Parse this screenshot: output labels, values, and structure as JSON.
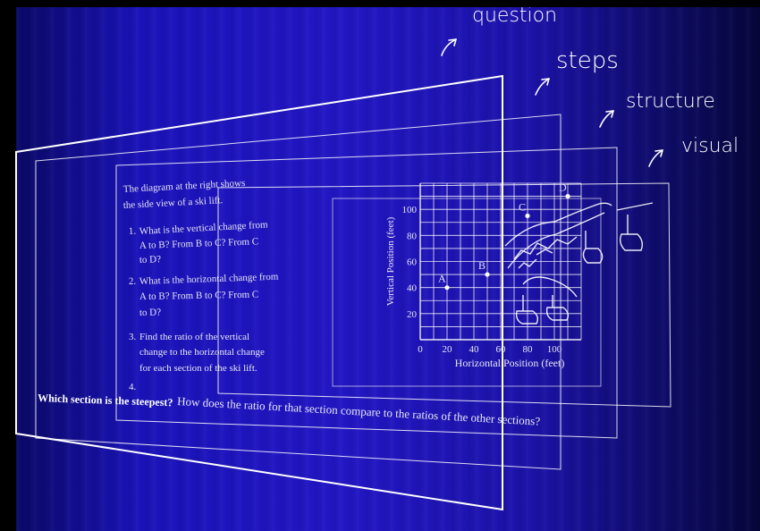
{
  "layer_labels": {
    "question": "question",
    "steps": "steps",
    "structure": "structure",
    "visual": "visual"
  },
  "question_layer": {
    "intro_line1": "The diagram at the right shows",
    "intro_line2": "the side view of a ski lift.",
    "items": [
      {
        "number": "1.",
        "lines": [
          "What is the vertical change from",
          "A to B? From B to C? From C",
          "to D?"
        ]
      },
      {
        "number": "2.",
        "lines": [
          "What is the horizontal change from",
          "A to B? From B to C? From C",
          "to D?"
        ]
      },
      {
        "number": "3.",
        "lines": [
          "Find the ratio of the vertical",
          "change to the horizontal change",
          "for each section of the ski lift."
        ]
      },
      {
        "number": "4.",
        "lines": []
      }
    ],
    "bold_question": "Which section is the steepest?",
    "followup": "How does the ratio for that section compare to the ratios of the other sections?"
  },
  "chart_data": {
    "type": "scatter",
    "xlabel": "Horizontal Position (feet)",
    "ylabel": "Vertical Position (feet)",
    "xticks": [
      "0",
      "20",
      "40",
      "60",
      "80",
      "100"
    ],
    "yticks": [
      "20",
      "40",
      "60",
      "80",
      "100"
    ],
    "xlim": [
      0,
      120
    ],
    "ylim": [
      0,
      120
    ],
    "grid": true,
    "points": [
      {
        "label": "A",
        "x": 20,
        "y": 40
      },
      {
        "label": "B",
        "x": 50,
        "y": 50
      },
      {
        "label": "C",
        "x": 80,
        "y": 95
      },
      {
        "label": "D",
        "x": 110,
        "y": 110
      }
    ]
  },
  "colors": {
    "background": "#2216c4",
    "lines": "#ffffff"
  }
}
